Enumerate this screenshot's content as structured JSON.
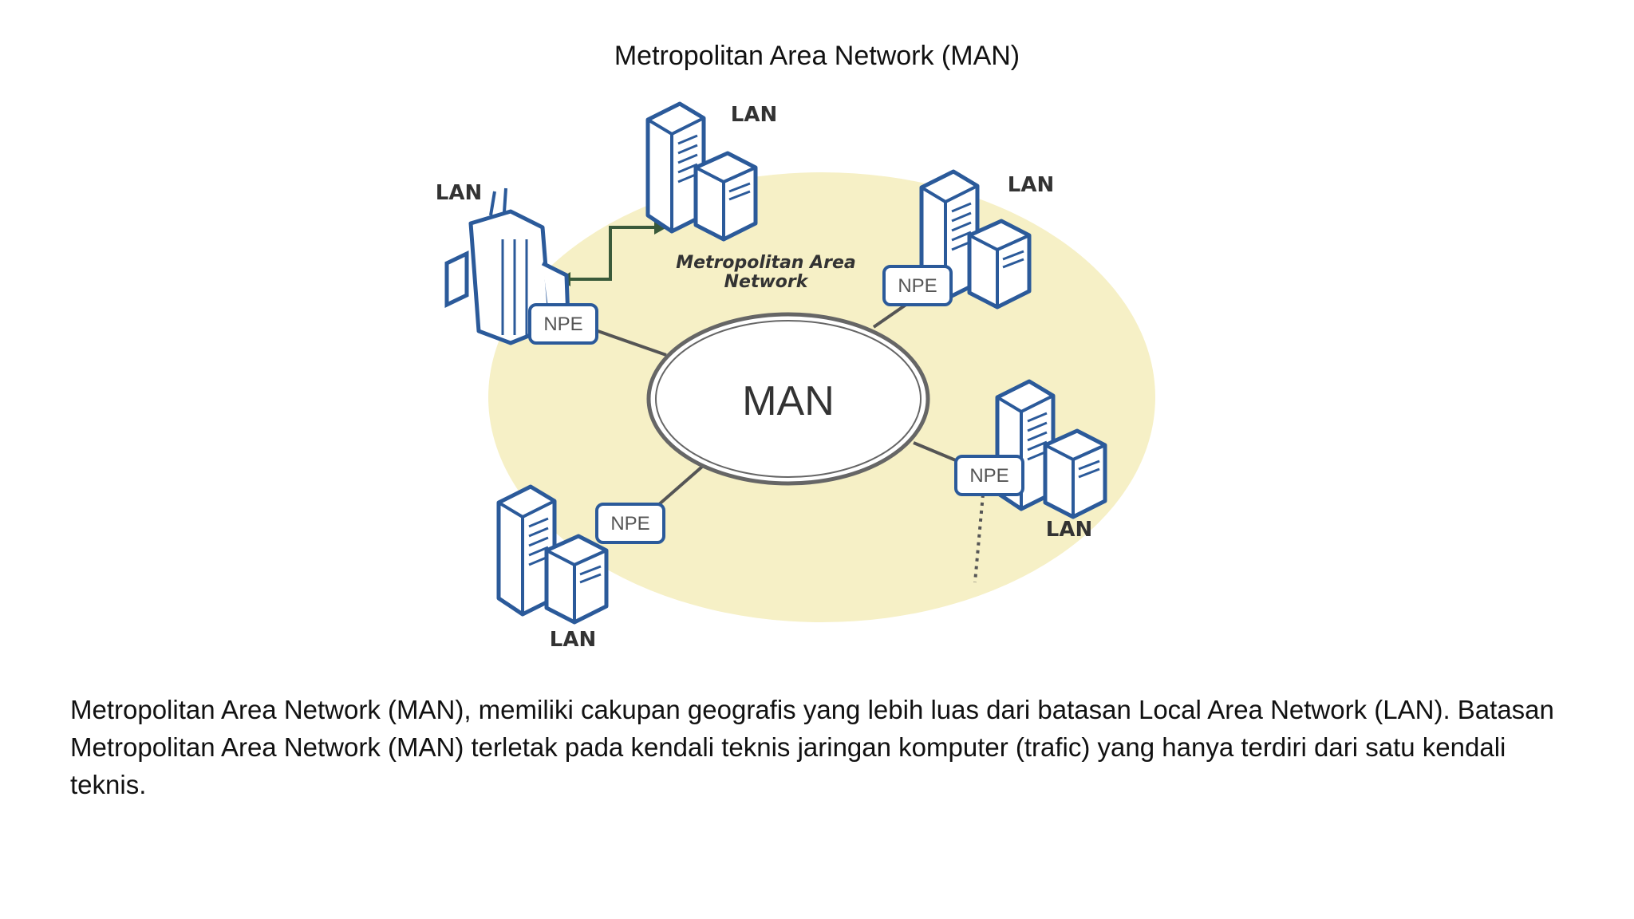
{
  "slide": {
    "title": "Metropolitan Area Network (MAN)",
    "paragraph": "Metropolitan Area Network (MAN), memiliki cakupan geografis yang lebih luas dari batasan Local Area Network (LAN). Batasan Metropolitan Area Network (MAN) terletak pada kendali teknis jaringan komputer (trafic) yang hanya terdiri dari satu kendali teknis."
  },
  "diagram": {
    "center_label": "MAN",
    "area_label_line1": "Metropolitan Area",
    "area_label_line2": "Network",
    "lan_label": "LAN",
    "npe_label": "NPE",
    "colors": {
      "area_fill": "#f6f0c6",
      "building_stroke": "#2b5a9a",
      "line": "#555555"
    }
  }
}
